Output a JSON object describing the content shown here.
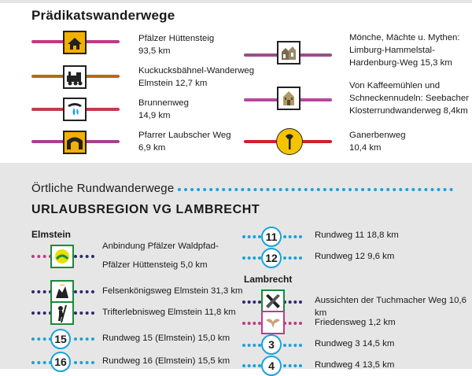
{
  "headings": {
    "predikat": "Prädikatswanderwege",
    "oertliche": "Örtliche Rundwanderwege",
    "region": "URLAUBSREGION VG LAMBRECHT"
  },
  "colors": {
    "accent_blue": "#1aa3d9",
    "band": "#e6e6e6"
  },
  "predikat_routes": [
    {
      "name": "Pfälzer Hüttensteig",
      "distance": "93,5 km",
      "line_color": "#c03a86",
      "icon": "hut-icon"
    },
    {
      "name": "Kuckucksbähnel-Wanderweg",
      "distance": "Elmstein 12,7 km",
      "line_color": "#b56a12",
      "icon": "steam-train-icon"
    },
    {
      "name": "Brunnenweg",
      "distance": "14,9 km",
      "line_color": "#c43b4c",
      "icon": "water-fountain-icon"
    },
    {
      "name": "Pfarrer Laubscher Weg",
      "distance": " 6,9  km",
      "line_color": "#a8418f",
      "icon": "cave-arch-icon"
    },
    {
      "lines": [
        "Mönche, Mächte u. Mythen:",
        "Limburg-Hammelstal-",
        "Hardenburg-Weg 15,3 km"
      ],
      "line_color": "#9b4c8c",
      "icon": "monastery-icon"
    },
    {
      "lines": [
        "Von Kaffeemühlen und",
        "Schneckennudeln: Seebacher",
        "Klosterrundwanderweg 8,4km"
      ],
      "line_color": "#b8469a",
      "icon": "abbey-icon"
    },
    {
      "name": "Ganerbenweg",
      "distance": "10,4 km",
      "line_color": "#d0202a",
      "icon": "axe-icon"
    }
  ],
  "elmstein": {
    "title": "Elmstein",
    "items": [
      {
        "lines": [
          "Anbindung Pfälzer Waldpfad-",
          "Pfälzer Hüttensteig  5,0 km"
        ],
        "icon": "waldpfad-icon",
        "dot_colors": [
          "#c03a86",
          "#2e2a6e"
        ]
      },
      {
        "lines": [
          "Felsenkönigsweg Elmstein 31,3 km"
        ],
        "icon": "rock-king-icon",
        "dot_colors": [
          "#2e2a6e",
          "#2e2a6e"
        ]
      },
      {
        "lines": [
          "Trifterlebnisweg Elmstein  11,8 km"
        ],
        "icon": "rafter-icon",
        "dot_colors": [
          "#2e2a6e",
          "#2e2a6e"
        ]
      },
      {
        "lines": [
          "Rundweg 15 (Elmstein)  15,0 km"
        ],
        "number": "15"
      },
      {
        "lines": [
          "Rundweg 16 (Elmstein)  15,5 km"
        ],
        "number": "16"
      }
    ]
  },
  "right_items": [
    {
      "lines": [
        "Rundweg 11  18,8 km"
      ],
      "number": "11"
    },
    {
      "lines": [
        "Rundweg 12  9,6 km"
      ],
      "number": "12"
    }
  ],
  "lambrecht": {
    "title": "Lambrecht",
    "items": [
      {
        "lines": [
          "Aussichten der Tuchmacher Weg 10,6 km"
        ],
        "icon": "tuchmacher-icon",
        "dot_colors": [
          "#2e2a6e",
          "#2e2a6e"
        ]
      },
      {
        "lines": [
          "Friedensweg 1,2  km"
        ],
        "icon": "dove-icon",
        "dot_colors": [
          "#c03a86",
          "#c03a86"
        ]
      },
      {
        "lines": [
          "Rundweg 3  14,5 km"
        ],
        "number": "3"
      },
      {
        "lines": [
          "Rundweg 4  13,5 km"
        ],
        "number": "4"
      }
    ]
  }
}
